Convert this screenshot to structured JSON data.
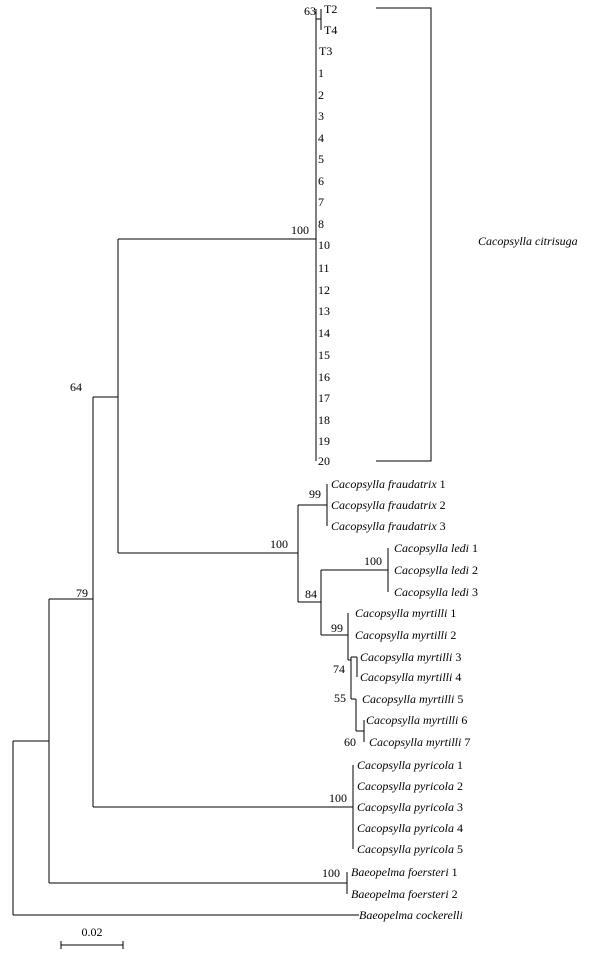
{
  "tree": {
    "tips": [
      {
        "id": "T2",
        "genus": "",
        "num": "T2"
      },
      {
        "id": "T4",
        "genus": "",
        "num": "T4"
      },
      {
        "id": "T3",
        "genus": "",
        "num": "T3"
      },
      {
        "id": "c1",
        "genus": "",
        "num": "1"
      },
      {
        "id": "c2",
        "genus": "",
        "num": "2"
      },
      {
        "id": "c3",
        "genus": "",
        "num": "3"
      },
      {
        "id": "c4",
        "genus": "",
        "num": "4"
      },
      {
        "id": "c5",
        "genus": "",
        "num": "5"
      },
      {
        "id": "c6",
        "genus": "",
        "num": "6"
      },
      {
        "id": "c7",
        "genus": "",
        "num": "7"
      },
      {
        "id": "c8",
        "genus": "",
        "num": "8"
      },
      {
        "id": "c10",
        "genus": "",
        "num": "10"
      },
      {
        "id": "c11",
        "genus": "",
        "num": "11"
      },
      {
        "id": "c12",
        "genus": "",
        "num": "12"
      },
      {
        "id": "c13",
        "genus": "",
        "num": "13"
      },
      {
        "id": "c14",
        "genus": "",
        "num": "14"
      },
      {
        "id": "c15",
        "genus": "",
        "num": "15"
      },
      {
        "id": "c16",
        "genus": "",
        "num": "16"
      },
      {
        "id": "c17",
        "genus": "",
        "num": "17"
      },
      {
        "id": "c18",
        "genus": "",
        "num": "18"
      },
      {
        "id": "c19",
        "genus": "",
        "num": "19"
      },
      {
        "id": "c20",
        "genus": "",
        "num": "20"
      },
      {
        "id": "fr1",
        "genus": "Cacopsylla fraudatrix",
        "num": "1"
      },
      {
        "id": "fr2",
        "genus": "Cacopsylla fraudatrix",
        "num": "2"
      },
      {
        "id": "fr3",
        "genus": "Cacopsylla fraudatrix",
        "num": "3"
      },
      {
        "id": "le1",
        "genus": "Cacopsylla ledi",
        "num": "1"
      },
      {
        "id": "le2",
        "genus": "Cacopsylla ledi",
        "num": "2"
      },
      {
        "id": "le3",
        "genus": "Cacopsylla ledi",
        "num": "3"
      },
      {
        "id": "my1",
        "genus": "Cacopsylla myrtilli",
        "num": "1"
      },
      {
        "id": "my2",
        "genus": "Cacopsylla myrtilli",
        "num": "2"
      },
      {
        "id": "my3",
        "genus": "Cacopsylla myrtilli",
        "num": "3"
      },
      {
        "id": "my4",
        "genus": "Cacopsylla myrtilli",
        "num": "4"
      },
      {
        "id": "my5",
        "genus": "Cacopsylla myrtilli",
        "num": "5"
      },
      {
        "id": "my6",
        "genus": "Cacopsylla myrtilli",
        "num": "6"
      },
      {
        "id": "my7",
        "genus": "Cacopsylla myrtilli",
        "num": "7"
      },
      {
        "id": "py1",
        "genus": "Cacopsylla pyricola",
        "num": "1"
      },
      {
        "id": "py2",
        "genus": "Cacopsylla pyricola",
        "num": "2"
      },
      {
        "id": "py3",
        "genus": "Cacopsylla pyricola",
        "num": "3"
      },
      {
        "id": "py4",
        "genus": "Cacopsylla pyricola",
        "num": "4"
      },
      {
        "id": "py5",
        "genus": "Cacopsylla pyricola",
        "num": "5"
      },
      {
        "id": "bf1",
        "genus": "Baeopelma foersteri",
        "num": "1"
      },
      {
        "id": "bf2",
        "genus": "Baeopelma foersteri",
        "num": "2"
      },
      {
        "id": "bc",
        "genus": "Baeopelma cockerelli",
        "num": ""
      }
    ],
    "bootstrap": {
      "n_t2t4": "63",
      "n_citrisuga": "100",
      "n_64": "64",
      "n_79": "79",
      "n_fraud": "99",
      "n_100b": "100",
      "n_ledi": "100",
      "n_84": "84",
      "n_myr99": "99",
      "n_74": "74",
      "n_55": "55",
      "n_60": "60",
      "n_pyr": "100",
      "n_bf": "100"
    },
    "clade_label": "Cacopsylla citrisuga",
    "scale_label": "0.02"
  }
}
